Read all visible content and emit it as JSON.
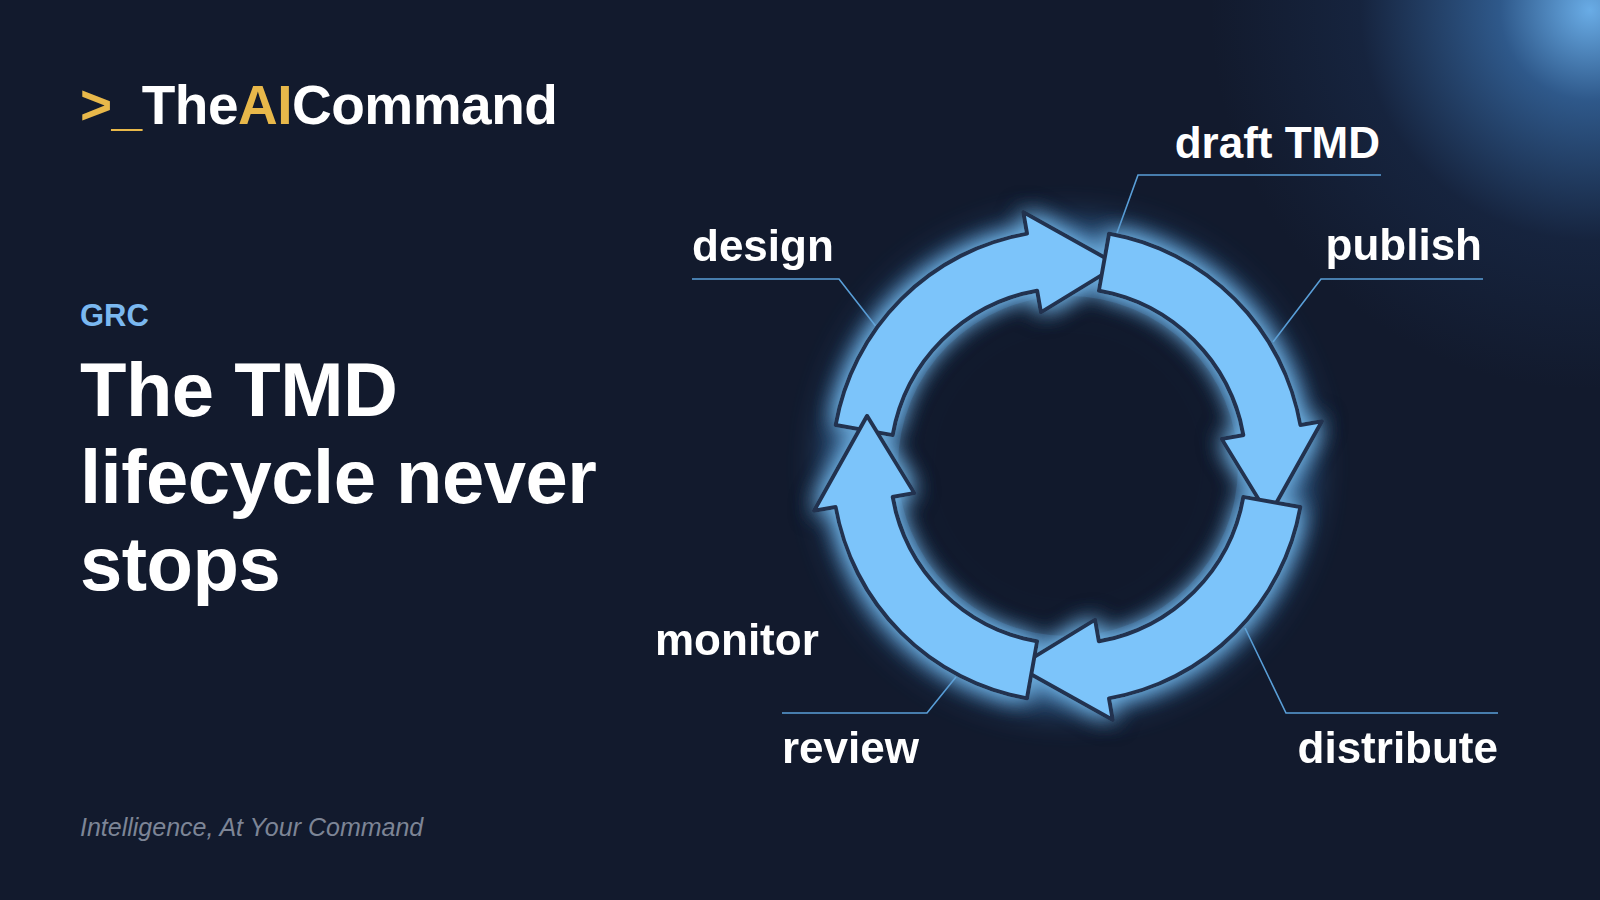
{
  "diagram": {
    "title": "The TMD lifecycle never stops",
    "caption": "Intelligence, At Your Command",
    "labels": [
      ">_",
      "The",
      "AI",
      "Command",
      "GRC",
      "draft TMD",
      "publish",
      "distribute",
      "review",
      "monitor",
      "design"
    ]
  }
}
